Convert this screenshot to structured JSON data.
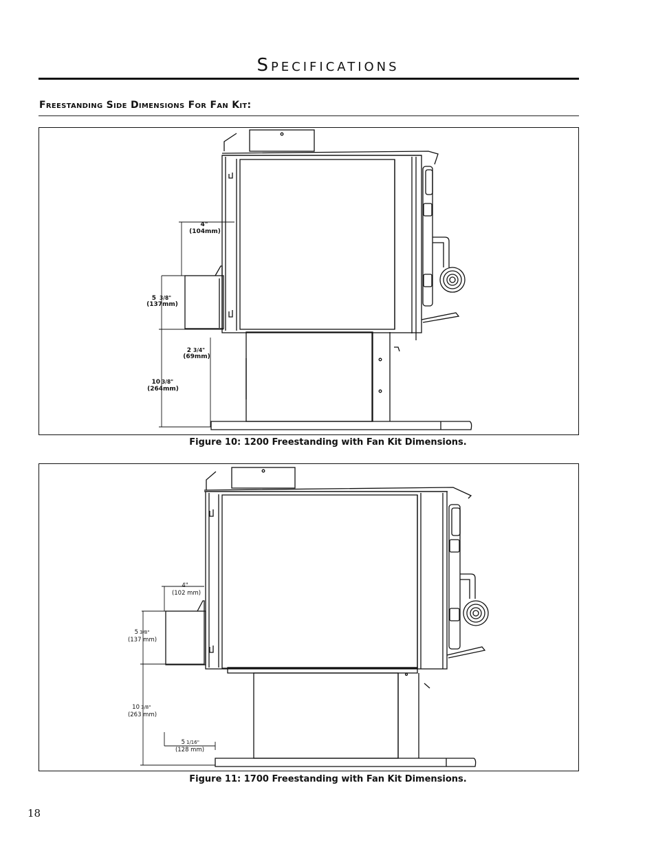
{
  "page": {
    "title": "Specifications",
    "section_heading": "Freestanding Side Dimensions For Fan Kit:",
    "page_number": "18"
  },
  "figures": [
    {
      "caption": "Figure 10: 1200 Freestanding with Fan Kit Dimensions.",
      "dimensions": {
        "top_offset": "4\"",
        "top_offset_mm": "(104mm)",
        "fan_height_whole": "5 ",
        "fan_height_frac": "3/8\"",
        "fan_height_mm": "(137mm)",
        "fan_depth_whole": "2 ",
        "fan_depth_frac": "3/4\"",
        "fan_depth_mm": "(69mm)",
        "floor_height_whole": "10 ",
        "floor_height_frac": "3/8\"",
        "floor_height_mm": "(264mm)"
      }
    },
    {
      "caption": "Figure 11: 1700 Freestanding with Fan Kit Dimensions.",
      "dimensions": {
        "top_offset": "4\"",
        "top_offset_mm": "(102 mm)",
        "fan_height_whole": "5 ",
        "fan_height_frac": "3/8\"",
        "fan_height_mm": "(137 mm)",
        "floor_height_whole": "10 ",
        "floor_height_frac": "3/8\"",
        "floor_height_mm": "(263 mm)",
        "fan_depth_whole": "5 ",
        "fan_depth_frac": "1/16\"",
        "fan_depth_mm": "(128 mm)"
      }
    }
  ]
}
